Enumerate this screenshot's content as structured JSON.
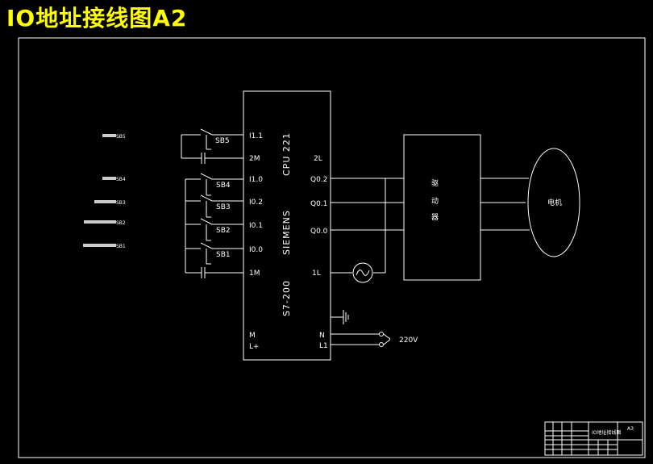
{
  "title": "IO地址接线图A2",
  "plc": {
    "model": "CPU 221",
    "brand": "SIEMENS",
    "series": "S7-200",
    "left_terminals": [
      "I1.1",
      "2M",
      "I1.0",
      "I0.2",
      "I0.1",
      "I0.0",
      "1M",
      "M",
      "L+"
    ],
    "right_terminals": [
      "2L",
      "Q0.2",
      "Q0.1",
      "Q0.0",
      "1L",
      "N",
      "L1"
    ]
  },
  "switches": [
    "SB5",
    "SB4",
    "SB3",
    "SB2",
    "SB1"
  ],
  "switch_labels": {
    "sb5": "SB5",
    "sb4": "SB4",
    "sb3": "SB3",
    "sb2": "SB2",
    "sb1": "SB1"
  },
  "driver": {
    "chars": [
      "驱",
      "动",
      "器"
    ]
  },
  "motor": {
    "label": "电机"
  },
  "supply": {
    "label": "220V"
  },
  "title_block": {
    "drawing_name": "IO地址接线图",
    "cell": "A3"
  },
  "colors": {
    "background": "#000000",
    "lines": "#ffffff",
    "title": "#ffff00"
  }
}
